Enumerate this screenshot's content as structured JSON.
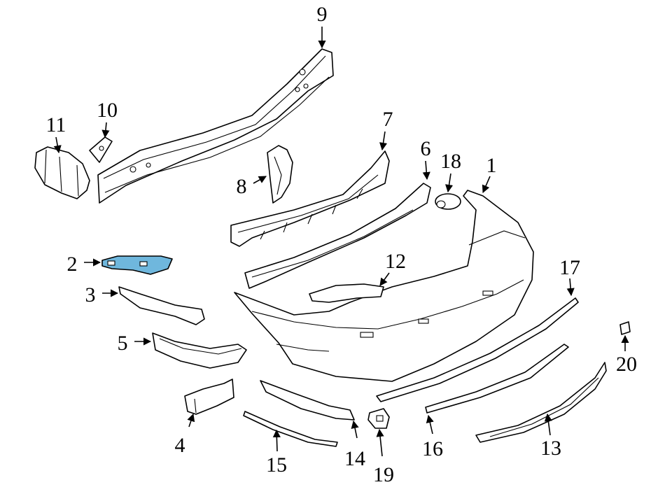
{
  "colors": {
    "highlight": "#6fb7dd",
    "line": "#000000",
    "background": "#ffffff"
  },
  "callouts": [
    "1",
    "2",
    "3",
    "4",
    "5",
    "6",
    "7",
    "8",
    "9",
    "10",
    "11",
    "12",
    "13",
    "14",
    "15",
    "16",
    "17",
    "18",
    "19",
    "20"
  ]
}
